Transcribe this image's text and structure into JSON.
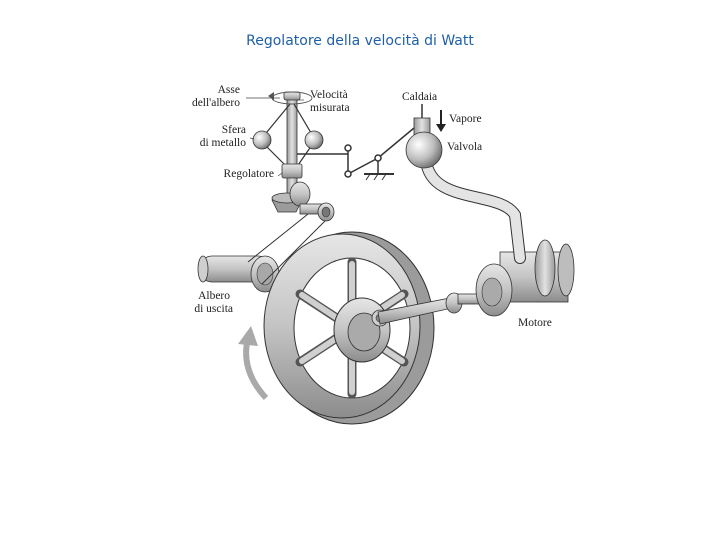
{
  "title": "Regolatore della velocità di Watt",
  "labels": {
    "asse_line1": "Asse",
    "asse_line2": "dell'albero",
    "velocita_line1": "Velocità",
    "velocita_line2": "misurata",
    "sfera_line1": "Sfera",
    "sfera_line2": "di metallo",
    "regolatore": "Regolatore",
    "caldaia": "Caldaia",
    "vapore": "Vapore",
    "valvola": "Valvola",
    "albero_line1": "Albero",
    "albero_line2": "di uscita",
    "motore": "Motore"
  },
  "colors": {
    "title": "#1f5fa8",
    "metal": "#bfbfbf",
    "metal_dark": "#8a8a8a",
    "outline": "#333333"
  }
}
